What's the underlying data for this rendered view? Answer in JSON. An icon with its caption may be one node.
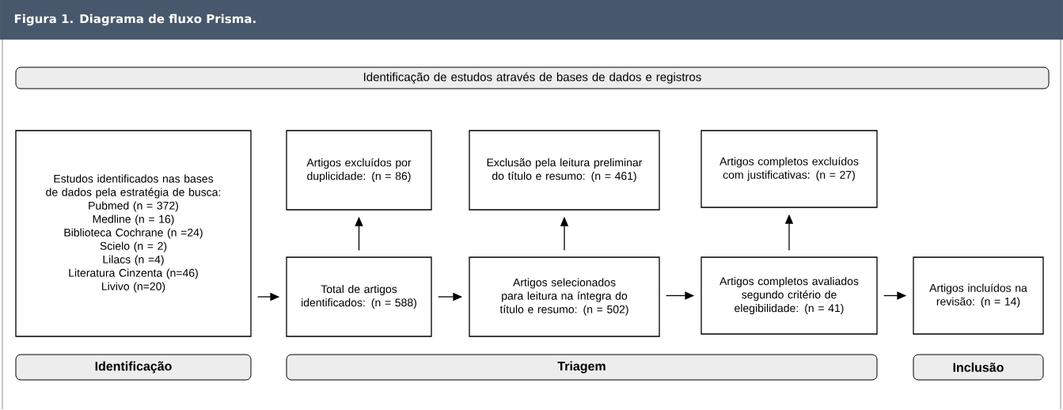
{
  "diagram": {
    "title": "Figura 1. Diagrama de fluxo Prisma.",
    "nodes": [
      {
        "text": [
          "Identificação de estudos através de bases de dados e registros"
        ]
      },
      {
        "text": [
          "Estudos identificados nas bases de dados pela estratégia de busca:",
          "Pubmed (n = 372)",
          "Medline (n = 16)",
          "Biblioteca Cochrane (n =24)",
          "Scielo (n = 2)",
          "Lilacs (n =4)",
          "Literatura Cinzenta (n=46)",
          "Livivo (n=20)"
        ]
      },
      {
        "text": [
          "Artigos excluídos por duplicidade: (n = 86)"
        ]
      },
      {
        "text": [
          "Total de artigos identificados: (n = 588)"
        ]
      },
      {
        "text": [
          "Exclusão pela leitura preliminar do título e resumo: (n = 461)"
        ]
      },
      {
        "text": [
          "Artigos selecionados para leitura na íntegra do título e resumo: (n = 502)"
        ]
      },
      {
        "text": [
          "Artigos completos excluídos com justificativas: (n = 27)"
        ]
      },
      {
        "text": [
          "Artigos completos avaliados segundo critério de elegibilidade: (n = 41)"
        ]
      },
      {
        "text": [
          "Artigos incluídos na revisão: (n = 14)"
        ]
      },
      {
        "text": [
          "Identificação"
        ]
      },
      {
        "text": [
          "Triagem"
        ]
      },
      {
        "text": [
          "Inclusão"
        ]
      }
    ],
    "edges": [
      {
        "from": 1,
        "to": 3,
        "arrow": "to"
      },
      {
        "from": 3,
        "to": 2,
        "arrow": "to"
      },
      {
        "from": 3,
        "to": 5,
        "arrow": "to"
      },
      {
        "from": 5,
        "to": 4,
        "arrow": "to"
      },
      {
        "from": 5,
        "to": 7,
        "arrow": "to"
      },
      {
        "from": 7,
        "to": 6,
        "arrow": "to"
      },
      {
        "from": 7,
        "to": 8,
        "arrow": "to"
      }
    ]
  }
}
